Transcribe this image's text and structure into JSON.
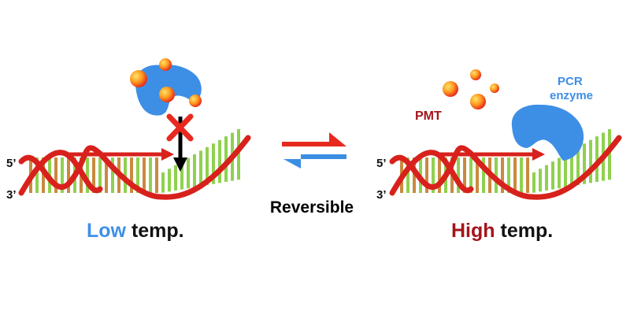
{
  "left_panel": {
    "strand_5_label": "5’",
    "strand_3_label": "3’",
    "caption_accent": "Low",
    "caption_rest": " temp."
  },
  "center": {
    "label": "Reversible"
  },
  "right_panel": {
    "strand_5_label": "5’",
    "strand_3_label": "3’",
    "pmt_label": "PMT",
    "enzyme_label_line1": "PCR",
    "enzyme_label_line2": "enzyme",
    "caption_accent": "High",
    "caption_rest": " temp."
  },
  "colors": {
    "low_accent": "#3f8fe8",
    "high_accent": "#a3151b",
    "enzyme_blue": "#3d8fe6",
    "helix_red": "#d8211c",
    "forward_arrow": "#e8291f",
    "reverse_arrow": "#3a8fe3",
    "base_green": "#8fd14f",
    "base_orange": "#c98a3e",
    "block_x": "#e8291f"
  },
  "icons": {
    "dna": "dna-helix-icon",
    "enzyme": "pcr-enzyme-icon",
    "pmt": "pmt-molecule-icon",
    "block": "blocked-cross-icon",
    "equilibrium": "reversible-arrows-icon"
  }
}
